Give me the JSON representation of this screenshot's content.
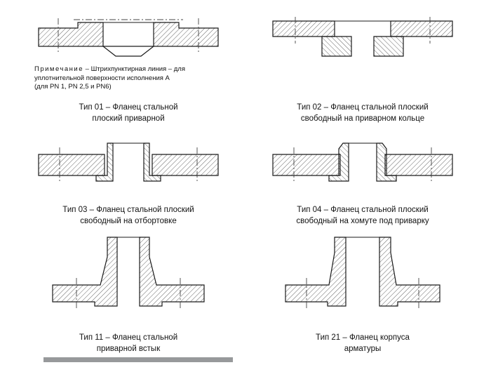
{
  "note": {
    "label": "Примечание",
    "line1_rest": "– Штрихпунктирная линия – для",
    "line2": "уплотнительной поверхности исполнения А",
    "line3": "(для PN 1, PN 2,5 и PN6)"
  },
  "figures": [
    {
      "caption_line1": "Тип 01 – Фланец стальной",
      "caption_line2": "плоский приварной"
    },
    {
      "caption_line1": "Тип 02 – Фланец стальной плоский",
      "caption_line2": "свободный на приварном кольце"
    },
    {
      "caption_line1": "Тип 03 – Фланец стальной плоский",
      "caption_line2": "свободный на отбортовке"
    },
    {
      "caption_line1": "Тип 04 – Фланец стальной плоский",
      "caption_line2": "свободный на хомуте под приварку"
    },
    {
      "caption_line1": "Тип 11 – Фланец стальной",
      "caption_line2": "приварной встык"
    },
    {
      "caption_line1": "Тип 21 – Фланец корпуса",
      "caption_line2": "арматуры"
    }
  ],
  "colors": {
    "line": "#1a1a1a",
    "hatch": "#555555",
    "centerline": "#444444",
    "background": "#ffffff"
  }
}
